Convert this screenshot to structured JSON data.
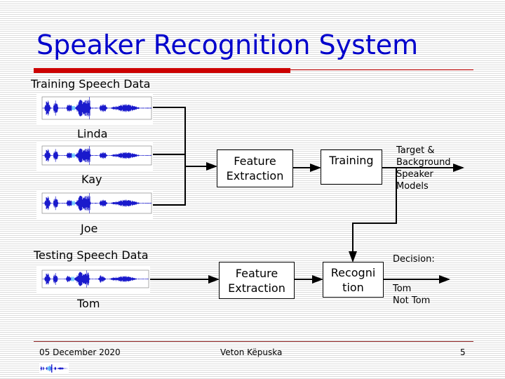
{
  "slide": {
    "title": "Speaker Recognition System",
    "accent_color": "#cc0000",
    "title_color": "#0000cc"
  },
  "training": {
    "heading": "Training Speech Data",
    "speakers": [
      "Linda",
      "Kay",
      "Joe"
    ]
  },
  "testing": {
    "heading": "Testing Speech Data",
    "speaker": "Tom"
  },
  "blocks": {
    "feature_extraction_train": "Feature Extraction",
    "training": "Training",
    "feature_extraction_test": "Feature Extraction",
    "recognition": "Recogni tion"
  },
  "outputs": {
    "models": [
      "Target &",
      "Background",
      "Speaker",
      "Models"
    ],
    "decision_label": "Decision:",
    "decisions": [
      "Tom",
      "Not Tom"
    ]
  },
  "footer": {
    "date": "05 December 2020",
    "author": "Veton Këpuska",
    "page": "5"
  }
}
